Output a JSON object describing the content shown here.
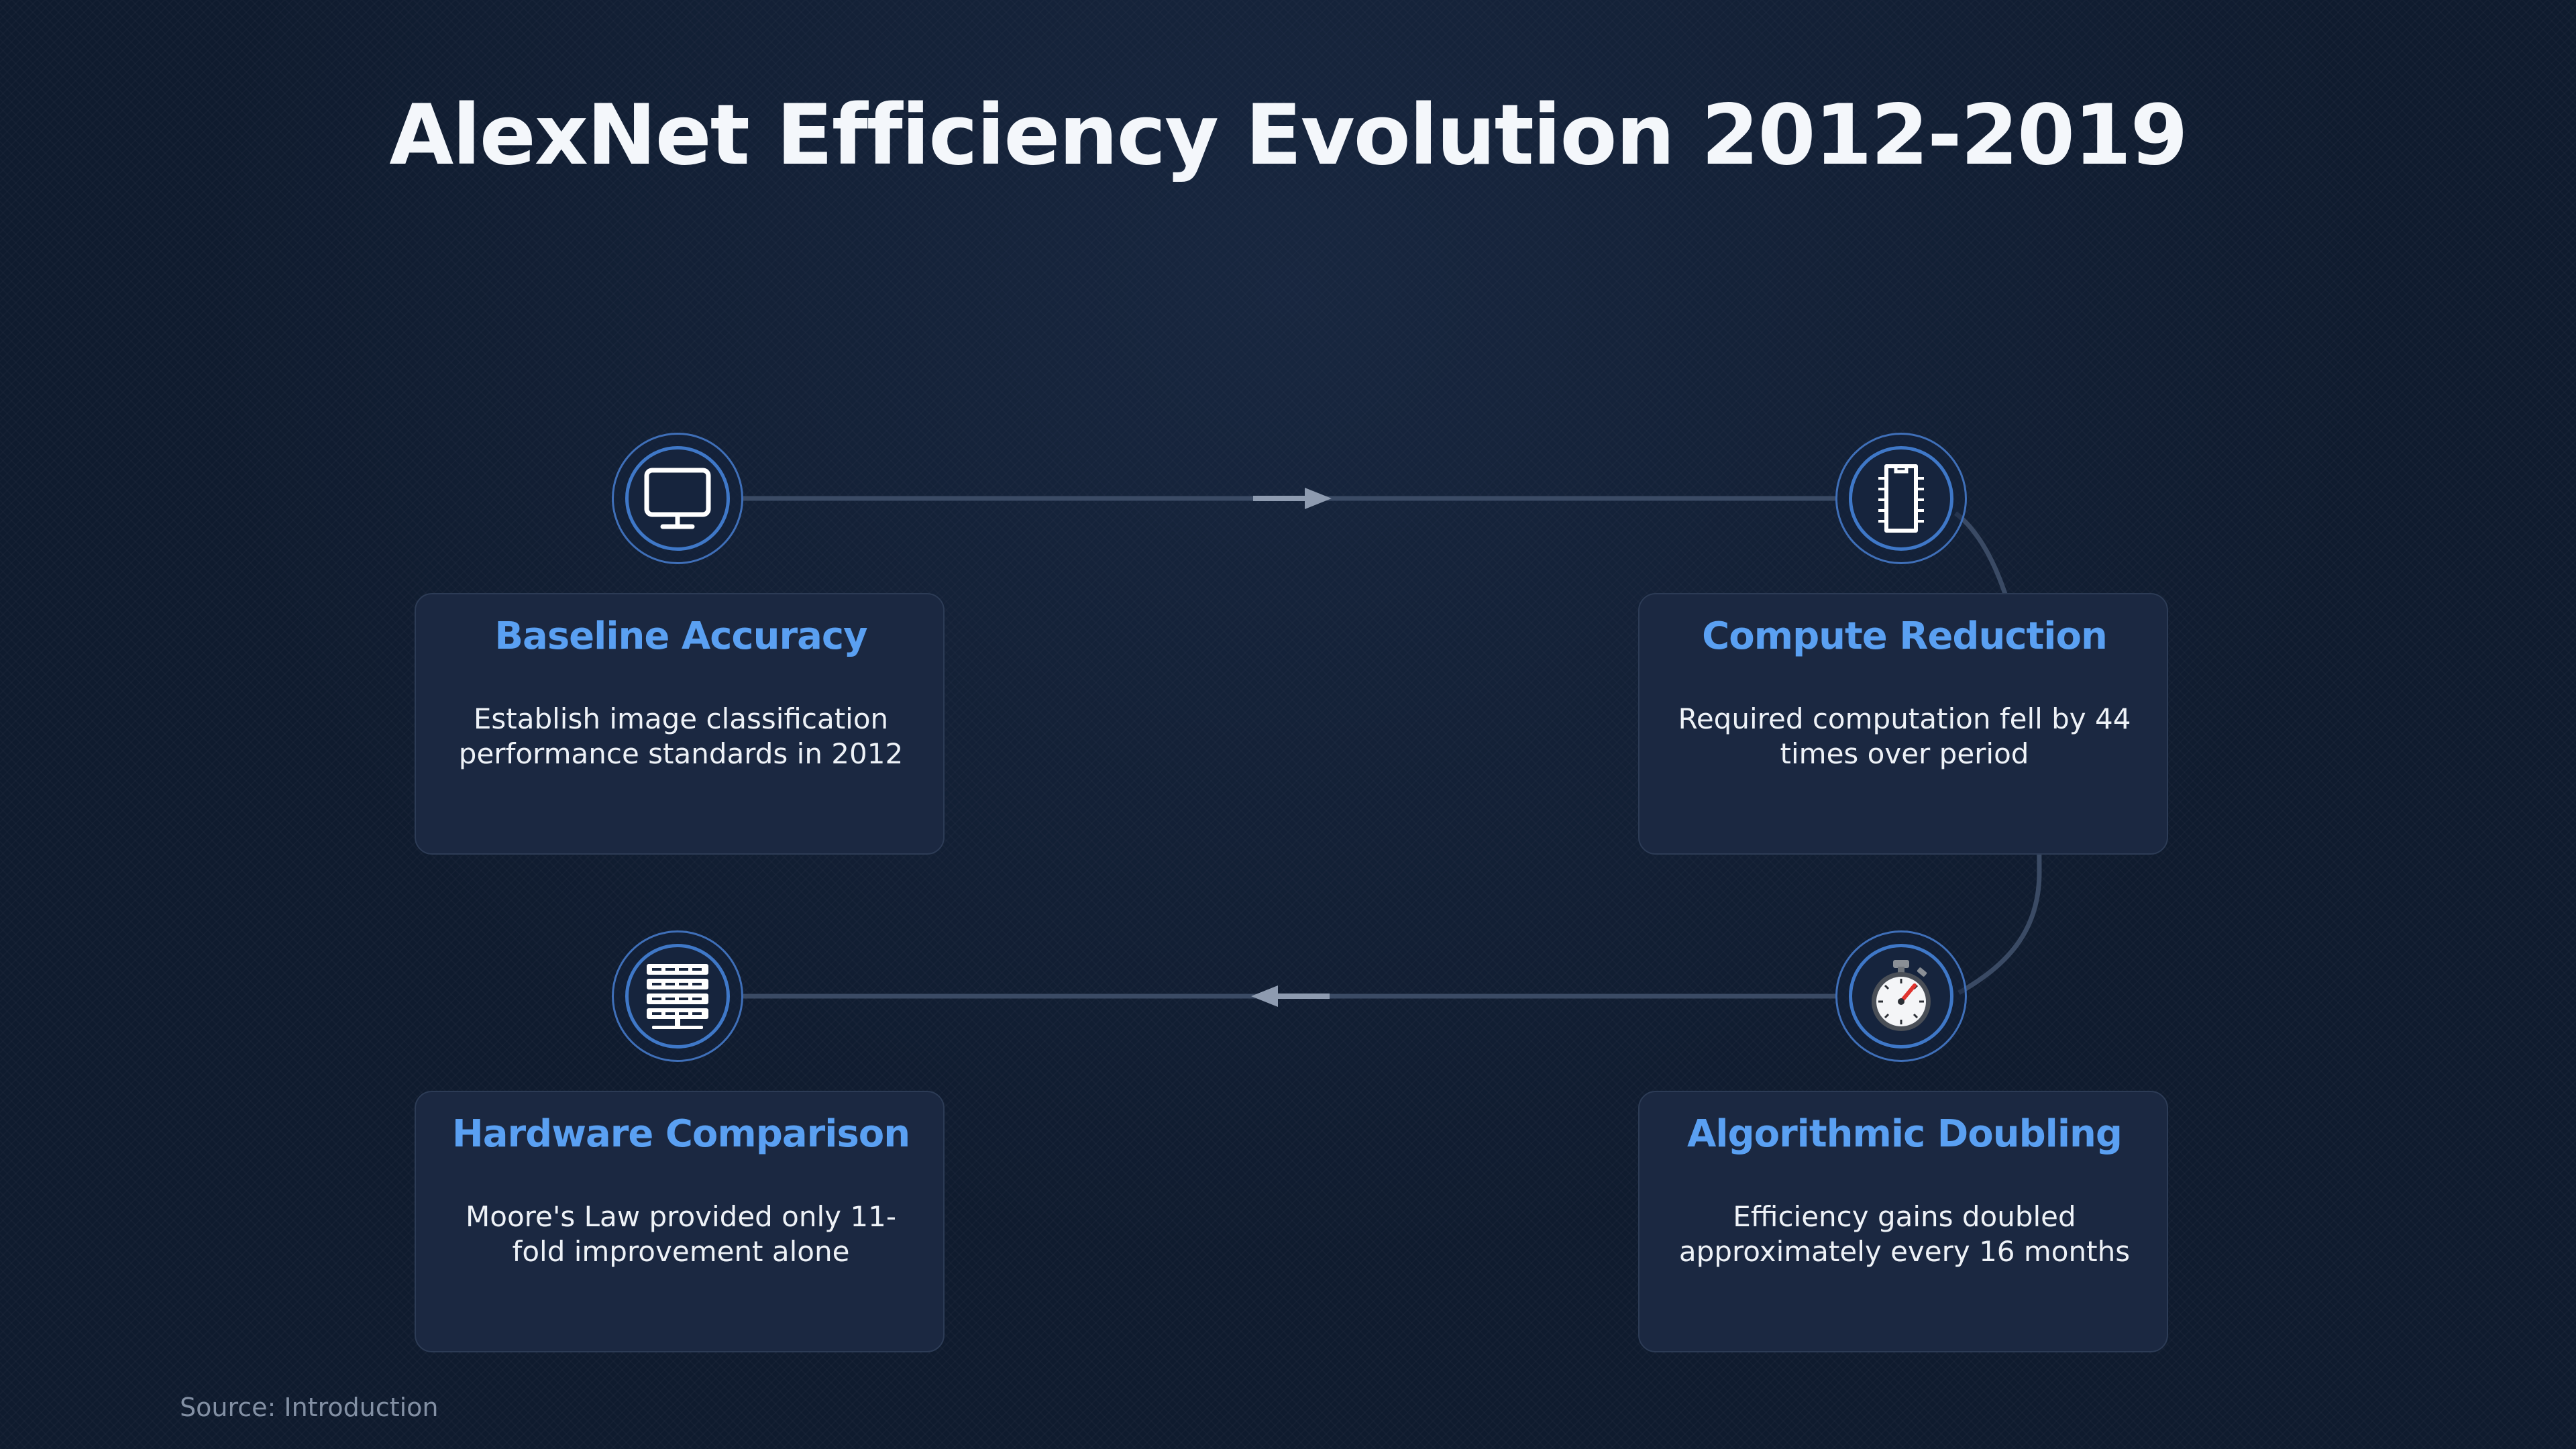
{
  "title": "AlexNet Efficiency Evolution 2012-2019",
  "source": "Source: Introduction",
  "colors": {
    "background": "#0f1b2e",
    "card_background": "#1b2841",
    "accent_blue": "#5aa0f2",
    "node_ring": "#3f78c8",
    "connector": "#3a4a64",
    "arrow": "#8e9bb0"
  },
  "steps": [
    {
      "icon": "monitor-icon",
      "title": "Baseline Accuracy",
      "description": "Establish image classification performance standards in 2012"
    },
    {
      "icon": "chip-icon",
      "title": "Compute Reduction",
      "description": "Required computation fell by 44 times over period"
    },
    {
      "icon": "stopwatch-icon",
      "title": "Algorithmic Doubling",
      "description": "Efficiency gains doubled approximately every 16 months"
    },
    {
      "icon": "server-rack-icon",
      "title": "Hardware Comparison",
      "description": "Moore's Law provided only 11-fold improvement alone"
    }
  ]
}
